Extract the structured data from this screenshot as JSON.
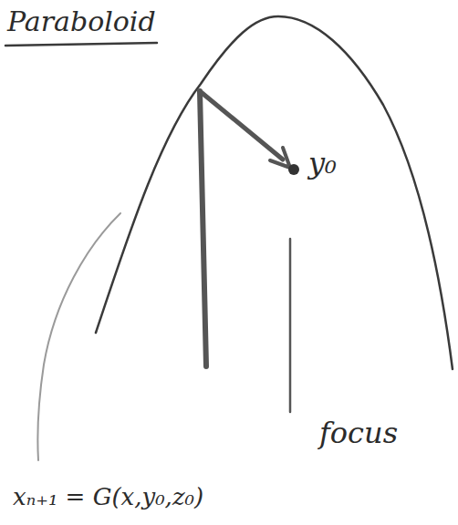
{
  "diagram": {
    "title": "Paraboloid",
    "labels": [
      "y₀",
      "focus",
      "xₙ₊₁ = G(x,y₀,z₀)"
    ]
  }
}
